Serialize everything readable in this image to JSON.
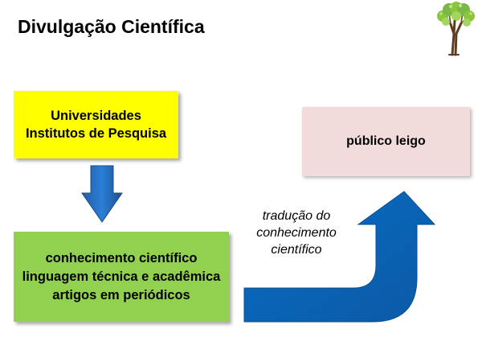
{
  "title": "Divulgação Científica",
  "logo_icon": "tree-icon",
  "boxes": {
    "institutions": {
      "lines": [
        "Universidades",
        "Institutos de Pesquisa"
      ],
      "color": "#ffff00"
    },
    "knowledge": {
      "lines": [
        "conhecimento científico",
        "linguagem técnica e acadêmica",
        "artigos em periódicos"
      ],
      "color": "#92d050"
    },
    "public": {
      "lines": [
        "público leigo"
      ],
      "color": "#f2dcdb"
    }
  },
  "translation_label": {
    "lines": [
      "tradução do",
      "conhecimento",
      "científico"
    ]
  },
  "arrow_color": "#0070c0"
}
